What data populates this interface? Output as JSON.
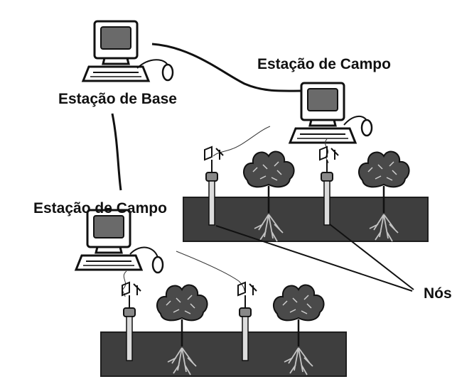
{
  "labels": {
    "base_station": "Estação de Base",
    "field_station_top": "Estação de Campo",
    "field_station_left": "Estação de Campo",
    "nodes": "Nós"
  },
  "colors": {
    "soil": "#3e3e3e",
    "soil_edge": "#1e1e1e",
    "screen": "#6a6a6a",
    "ink": "#111111",
    "foliage": "#4a4a4a",
    "roots": "#bdbdbd"
  }
}
